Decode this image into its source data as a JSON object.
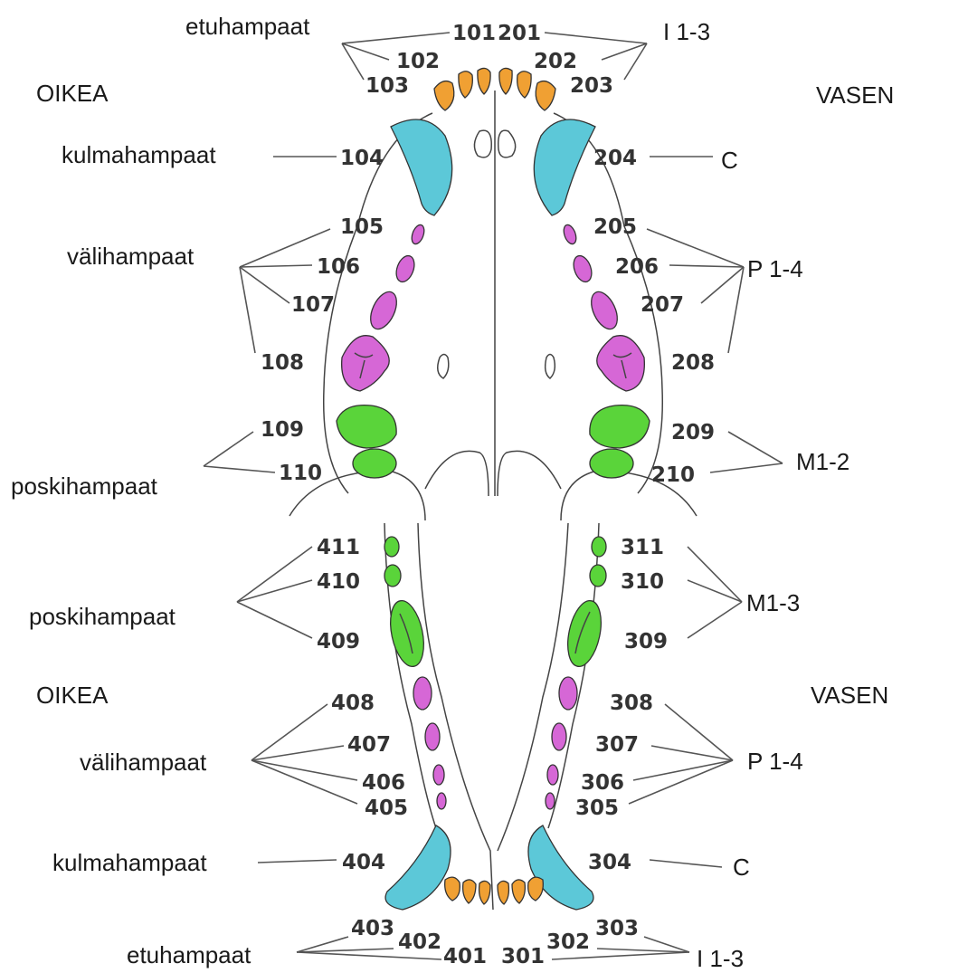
{
  "upper": {
    "side_right": "OIKEA",
    "side_left": "VASEN",
    "groups_right": {
      "incisors": "etuhampaat",
      "canines": "kulmahampaat",
      "premolars": "välihampaat",
      "molars": "poskihampaat"
    },
    "groups_left": {
      "incisors": "I 1-3",
      "canines": "C",
      "premolars": "P 1-4",
      "molars": "M1-2"
    },
    "teeth_right": [
      "101",
      "102",
      "103",
      "104",
      "105",
      "106",
      "107",
      "108",
      "109",
      "110"
    ],
    "teeth_left": [
      "201",
      "202",
      "203",
      "204",
      "205",
      "206",
      "207",
      "208",
      "209",
      "210"
    ]
  },
  "lower": {
    "side_right": "OIKEA",
    "side_left": "VASEN",
    "groups_right": {
      "molars": "poskihampaat",
      "premolars": "välihampaat",
      "canines": "kulmahampaat",
      "incisors": "etuhampaat"
    },
    "groups_left": {
      "molars": "M1-3",
      "premolars": "P 1-4",
      "canines": "C",
      "incisors": "I 1-3"
    },
    "teeth_right": [
      "411",
      "410",
      "409",
      "408",
      "407",
      "406",
      "405",
      "404",
      "403",
      "402",
      "401"
    ],
    "teeth_left": [
      "311",
      "310",
      "309",
      "308",
      "307",
      "306",
      "305",
      "304",
      "303",
      "302",
      "301"
    ]
  },
  "colors": {
    "incisor": "#f0a033",
    "canine": "#5cc8d8",
    "premolar": "#d667d6",
    "molar": "#5ad43a"
  }
}
